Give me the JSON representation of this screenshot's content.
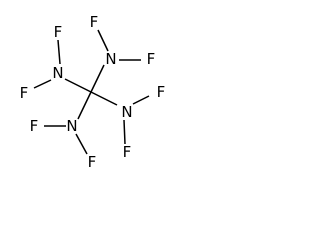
{
  "molecule": {
    "atoms": {
      "n_top_right": "N",
      "n_left": "N",
      "n_bottom_left": "N",
      "n_right": "N",
      "f_top_center": "F",
      "f_top_right": "F",
      "f_upper_left": "F",
      "f_left": "F",
      "f_right_top": "F",
      "f_right_bottom": "F",
      "f_bottom_left": "F",
      "f_bottom_center": "F"
    }
  }
}
